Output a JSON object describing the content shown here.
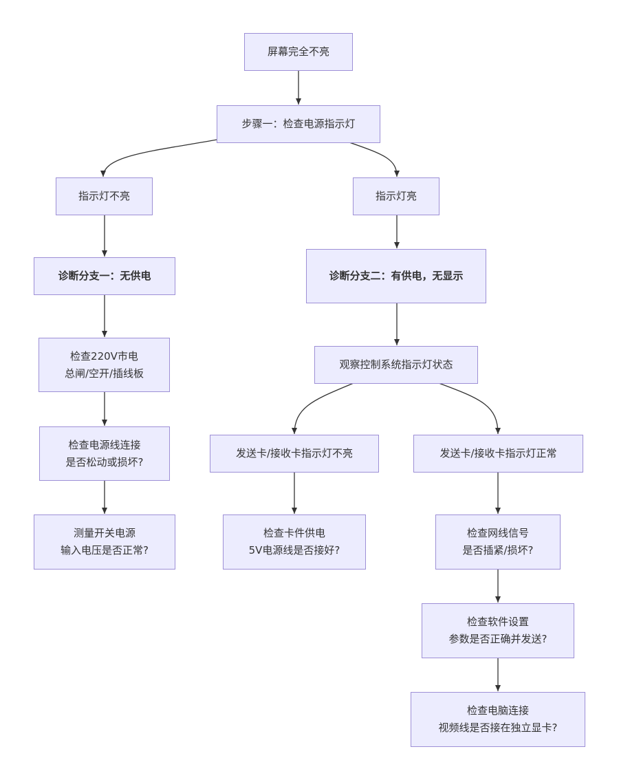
{
  "nodes": {
    "screen_off": "屏幕完全不亮",
    "step1": "步骤一：检查电源指示灯",
    "light_off": "指示灯不亮",
    "light_on": "指示灯亮",
    "branch1": "诊断分支一：无供电",
    "branch2": "诊断分支二：有供电，无显示",
    "check_220v": "检查220V市电\n总闸/空开/插线板",
    "observe_ctrl": "观察控制系统指示灯状态",
    "check_cable": "检查电源线连接\n是否松动或损坏?",
    "card_off": "发送卡/接收卡指示灯不亮",
    "card_normal": "发送卡/接收卡指示灯正常",
    "measure_psu": "测量开关电源\n输入电压是否正常?",
    "check_card_power": "检查卡件供电\n5V电源线是否接好?",
    "check_net": "检查网线信号\n是否插紧/损坏?",
    "check_sw": "检查软件设置\n参数是否正确并发送?",
    "check_pc": "检查电脑连接\n视频线是否接在独立显卡?"
  }
}
